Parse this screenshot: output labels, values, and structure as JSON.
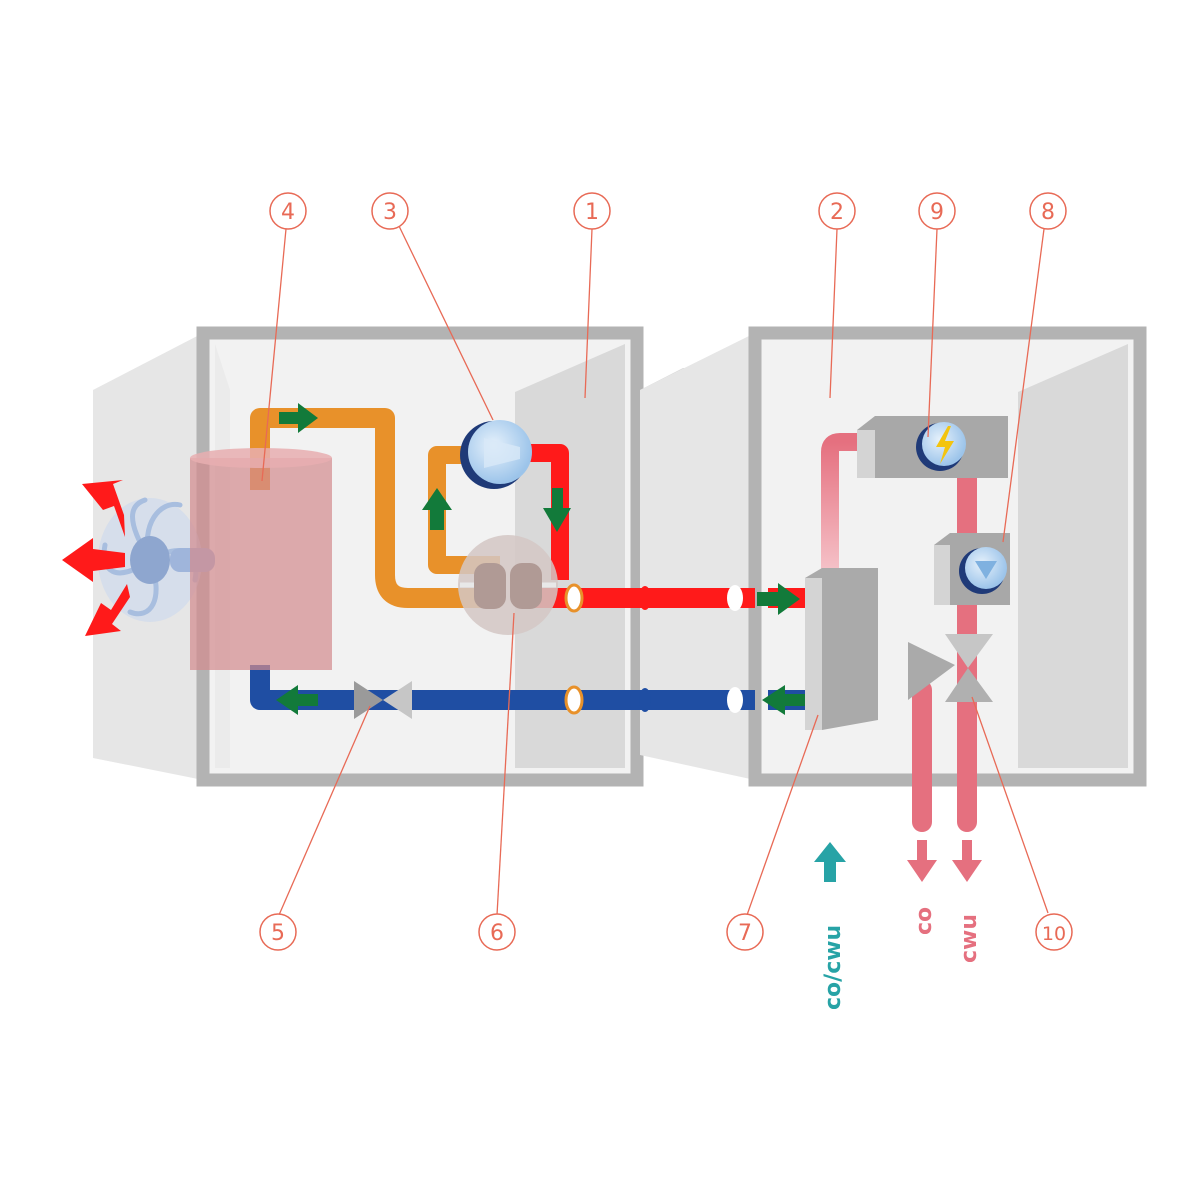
{
  "callouts": [
    {
      "id": "c1",
      "label": "1"
    },
    {
      "id": "c2",
      "label": "2"
    },
    {
      "id": "c3",
      "label": "3"
    },
    {
      "id": "c4",
      "label": "4"
    },
    {
      "id": "c5",
      "label": "5"
    },
    {
      "id": "c6",
      "label": "6"
    },
    {
      "id": "c7",
      "label": "7"
    },
    {
      "id": "c8",
      "label": "8"
    },
    {
      "id": "c9",
      "label": "9"
    },
    {
      "id": "c10",
      "label": "10"
    }
  ],
  "pipe_labels": {
    "supply_return": "co/cwu",
    "heating": "co",
    "hot_water": "cwu"
  },
  "colors": {
    "callout": "#e86a56",
    "frame": "#b3b3b3",
    "hot_refrigerant": "#ff1a1a",
    "cold_refrigerant": "#1f4ea3",
    "gas_line": "#e8912a",
    "flow_arrow": "#127a3a",
    "heating_water": "#e5707f",
    "return_water": "#27a3a6",
    "wall_brick": "#c84a4d",
    "insulation": "#a9c3e0"
  },
  "icons": [
    "fan-icon",
    "compressor-icon",
    "expansion-valve-icon",
    "electric-heater-icon",
    "circulation-pump-icon",
    "three-way-valve-icon"
  ]
}
